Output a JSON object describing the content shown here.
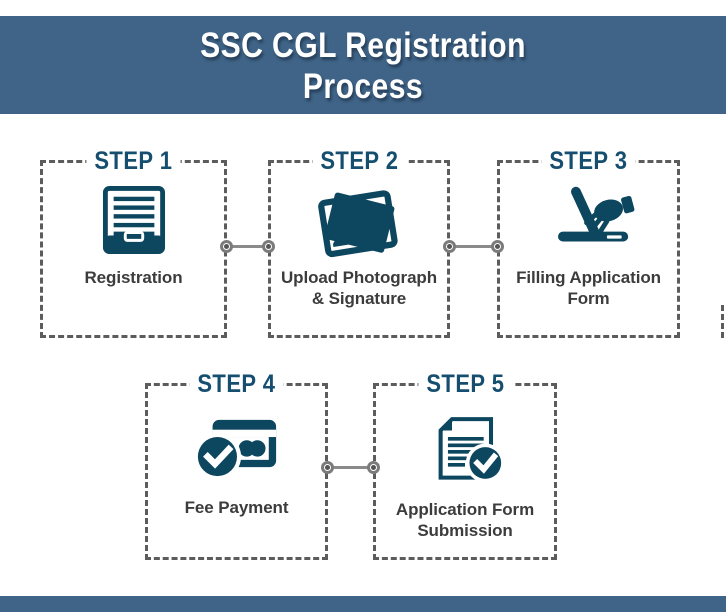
{
  "header": {
    "title_line1": "SSC CGL Registration",
    "title_line2": "Process"
  },
  "steps": [
    {
      "title": "STEP 1",
      "label_lines": [
        "Registration"
      ],
      "icon": "registration-form-icon"
    },
    {
      "title": "STEP 2",
      "label_lines": [
        "Upload Photograph",
        "& Signature"
      ],
      "icon": "photograph-signature-icon"
    },
    {
      "title": "STEP 3",
      "label_lines": [
        "Filling Application",
        "Form"
      ],
      "icon": "laptop-typing-icon"
    },
    {
      "title": "STEP 4",
      "label_lines": [
        "Fee Payment"
      ],
      "icon": "credit-card-payment-icon"
    },
    {
      "title": "STEP 5",
      "label_lines": [
        "Application Form",
        "Submission"
      ],
      "icon": "document-check-icon"
    }
  ],
  "colors": {
    "header_bg": "#3f6487",
    "icon_dark": "#0d465f",
    "step_title": "#164e70",
    "label_text": "#3c3c3c",
    "dash_border": "#5c5c5c",
    "connector": "#8a8a8a"
  }
}
